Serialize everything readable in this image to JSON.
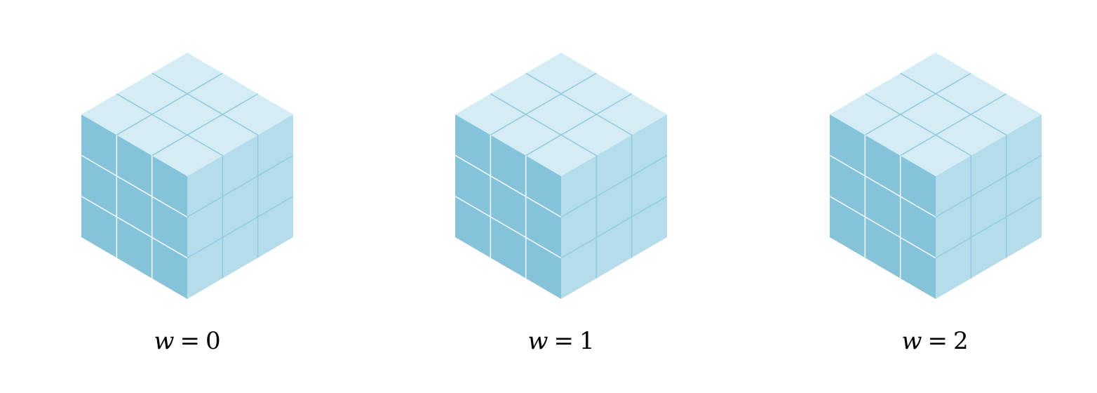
{
  "figure": {
    "grid_size": 3,
    "colors": {
      "top_face": "#d6ecf4",
      "left_face": "#85c3db",
      "right_face": "#b4dcea",
      "top_line": "#92cbe0",
      "left_line": "#eef7fb",
      "right_line": "#92cbe0"
    },
    "cubes": [
      {
        "name": "cube-w0",
        "label": {
          "var": "w",
          "op": "=",
          "value": "0"
        }
      },
      {
        "name": "cube-w1",
        "label": {
          "var": "w",
          "op": "=",
          "value": "1"
        }
      },
      {
        "name": "cube-w2",
        "label": {
          "var": "w",
          "op": "=",
          "value": "2"
        }
      }
    ]
  }
}
